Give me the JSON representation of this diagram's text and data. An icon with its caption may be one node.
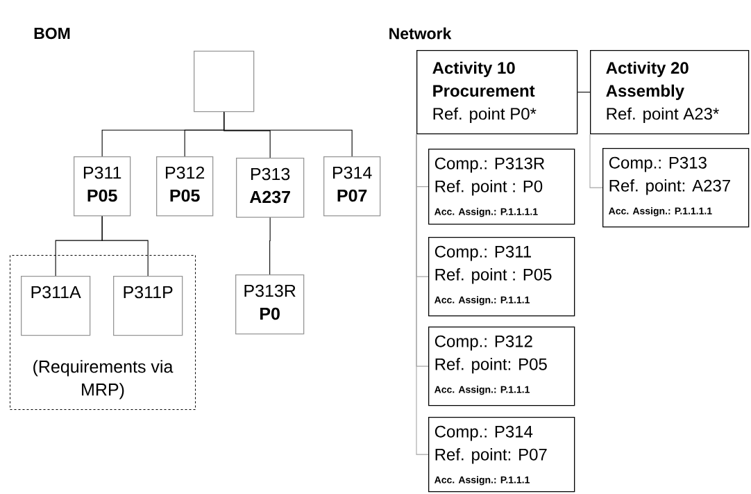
{
  "diagram": {
    "nodes": [
      {
        "text": [],
        "shape": "box"
      },
      {
        "text": [
          "P311",
          "P05"
        ]
      },
      {
        "text": [
          "P312",
          "P05"
        ]
      },
      {
        "text": [
          "P313",
          "A237"
        ]
      },
      {
        "text": [
          "P314",
          "P07"
        ]
      },
      {
        "text": [
          "(Requirements via MRP)"
        ]
      },
      {
        "text": [
          "P311A"
        ],
        "in": 5
      },
      {
        "text": [
          "P311P"
        ],
        "in": 5
      },
      {
        "text": [
          "P313R",
          "P0"
        ]
      },
      {
        "text": [
          "Activity 10 Procurement",
          "Ref. point P0*"
        ]
      },
      {
        "text": [
          "Activity 20 Assembly",
          "Ref. point A23*"
        ]
      },
      {
        "text": [
          "Comp.: P313R",
          "Ref. point : P0",
          "Acc. Assign.: P.1.1.1.1"
        ]
      },
      {
        "text": [
          "Comp.: P311",
          "Ref. point : P05",
          "Acc. Assign.: P.1.1.1"
        ]
      },
      {
        "text": [
          "Comp.: P312",
          "Ref. point: P05",
          "Acc. Assign.: P.1.1.1"
        ]
      },
      {
        "text": [
          "Comp.: P314",
          "Ref. point: P07",
          "Acc. Assign.: P.1.1.1"
        ]
      },
      {
        "text": [
          "Comp.: P313",
          "Ref. point: A237",
          "Acc. Assign.: P.1.1.1.1"
        ]
      }
    ],
    "edges": [
      {
        "from": 0,
        "to": 1,
        "arrow": "none"
      },
      {
        "from": 0,
        "to": 2,
        "arrow": "none"
      },
      {
        "from": 0,
        "to": 3,
        "arrow": "none"
      },
      {
        "from": 0,
        "to": 4,
        "arrow": "none"
      },
      {
        "from": 1,
        "to": 6,
        "arrow": "none"
      },
      {
        "from": 1,
        "to": 7,
        "arrow": "none"
      },
      {
        "from": 3,
        "to": 8,
        "arrow": "none"
      },
      {
        "from": 9,
        "to": 10,
        "arrow": "none"
      },
      {
        "from": 9,
        "to": 11,
        "arrow": "none",
        "color": "#a6a6a6"
      },
      {
        "from": 9,
        "to": 12,
        "arrow": "none",
        "color": "#a6a6a6"
      },
      {
        "from": 9,
        "to": 13,
        "arrow": "none",
        "color": "#a6a6a6"
      },
      {
        "from": 9,
        "to": 14,
        "arrow": "none",
        "color": "#a6a6a6"
      },
      {
        "from": 10,
        "to": 15,
        "arrow": "none",
        "color": "#a6a6a6"
      }
    ],
    "labels": [
      "BOM",
      "Network"
    ]
  }
}
